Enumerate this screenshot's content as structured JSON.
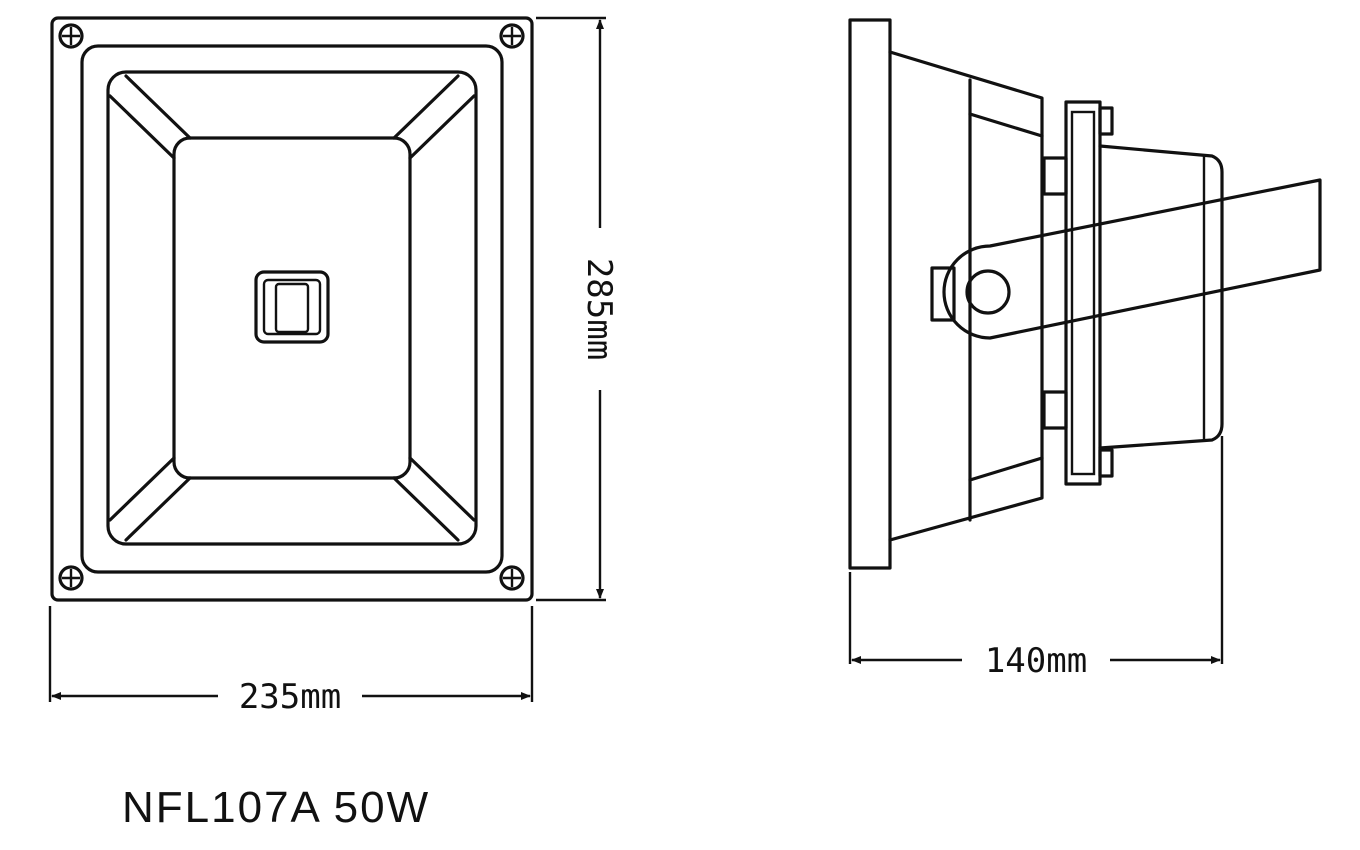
{
  "front_view": {
    "width_label": "235mm",
    "height_label": "285mm"
  },
  "side_view": {
    "depth_label": "140mm"
  },
  "product": {
    "model_label": "NFL107A 50W"
  },
  "colors": {
    "line": "#111111",
    "background": "#ffffff"
  }
}
